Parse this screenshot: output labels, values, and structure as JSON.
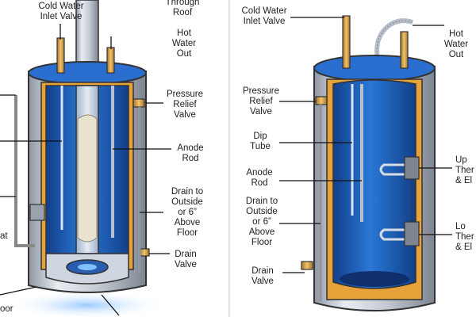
{
  "left_panel": {
    "labels": {
      "cold_water_inlet": "Cold Water\nInlet Valve",
      "flue_through_roof": "Through\nRoof",
      "hot_water_out": "Hot\nWater\nOut",
      "pressure_relief": "Pressure\nRelief\nValve",
      "anode_rod": "Anode\nRod",
      "drain_to_outside": "Drain to\nOutside\nor 6”\nAbove\nFloor",
      "drain_valve": "Drain\nValve",
      "cut_left_1": "at",
      "cut_left_2": "oor"
    }
  },
  "right_panel": {
    "labels": {
      "cold_water_inlet": "Cold Water\nInlet Valve",
      "hot_water_out": "Hot\nWater\nOut",
      "pressure_relief": "Pressure\nRelief\nValve",
      "dip_tube": "Dip\nTube",
      "anode_rod": "Anode\nRod",
      "drain_to_outside": "Drain to\nOutside\nor 6”\nAbove\nFloor",
      "drain_valve": "Drain\nValve",
      "upper_thermostat_cut": "Up\nTher\n& El",
      "lower_thermostat_cut": "Lo\nTher\n& El"
    }
  },
  "colors": {
    "tank_blue": "#1e5fbf",
    "tank_blue_dark": "#123f8a",
    "insulation_orange": "#e8a23a",
    "steel": "#c9ced6",
    "copper": "#d9a34a",
    "glow": "#cfe6ff"
  }
}
